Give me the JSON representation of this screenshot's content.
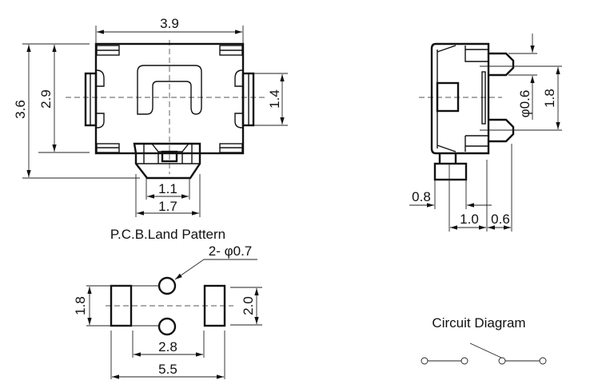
{
  "top_view": {
    "width": "3.9",
    "height_total": "3.6",
    "height_body": "2.9",
    "tab_height": "1.4",
    "actuator_inner": "1.1",
    "actuator_outer": "1.7"
  },
  "side_view": {
    "pin_dia": "φ0.6",
    "pin_pitch": "1.8",
    "stem_offset": "0.8",
    "stem_to_body": "1.0",
    "pin_len": "0.6"
  },
  "land_pattern": {
    "title": "P.C.B.Land Pattern",
    "hole_note": "2- φ0.7",
    "pad_height": "1.8",
    "pad_span_outer": "2.0",
    "inner_gap": "2.8",
    "outer_span": "5.5"
  },
  "circuit": {
    "title": "Circuit Diagram"
  }
}
